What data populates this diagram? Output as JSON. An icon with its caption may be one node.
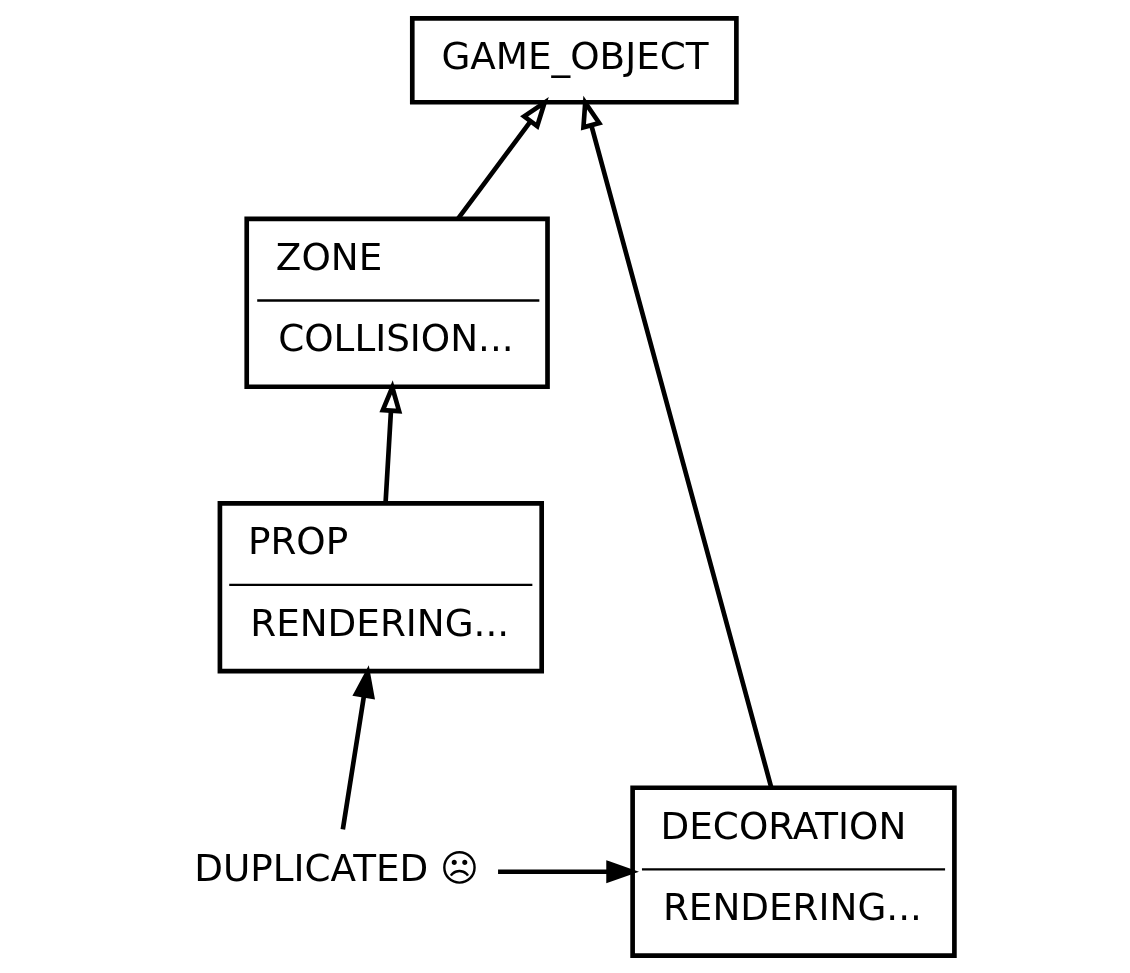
{
  "diagram": {
    "nodes": [
      {
        "text": [
          "GAME_OBJECT"
        ]
      },
      {
        "text": [
          "ZONE",
          "COLLISION..."
        ]
      },
      {
        "text": [
          "DECORATION",
          "RENDERING..."
        ]
      },
      {
        "text": [
          "PROP",
          "RENDERING..."
        ]
      },
      {
        "text": [
          "DUPLICATED ☹"
        ]
      }
    ],
    "edges": [
      {
        "from": 1,
        "to": 0,
        "arrow": "to"
      },
      {
        "from": 2,
        "to": 0,
        "arrow": "to"
      },
      {
        "from": 3,
        "to": 1,
        "arrow": "to"
      },
      {
        "from": 4,
        "to": 2,
        "arrow": "to"
      },
      {
        "from": 4,
        "to": 3,
        "arrow": "to"
      }
    ]
  }
}
